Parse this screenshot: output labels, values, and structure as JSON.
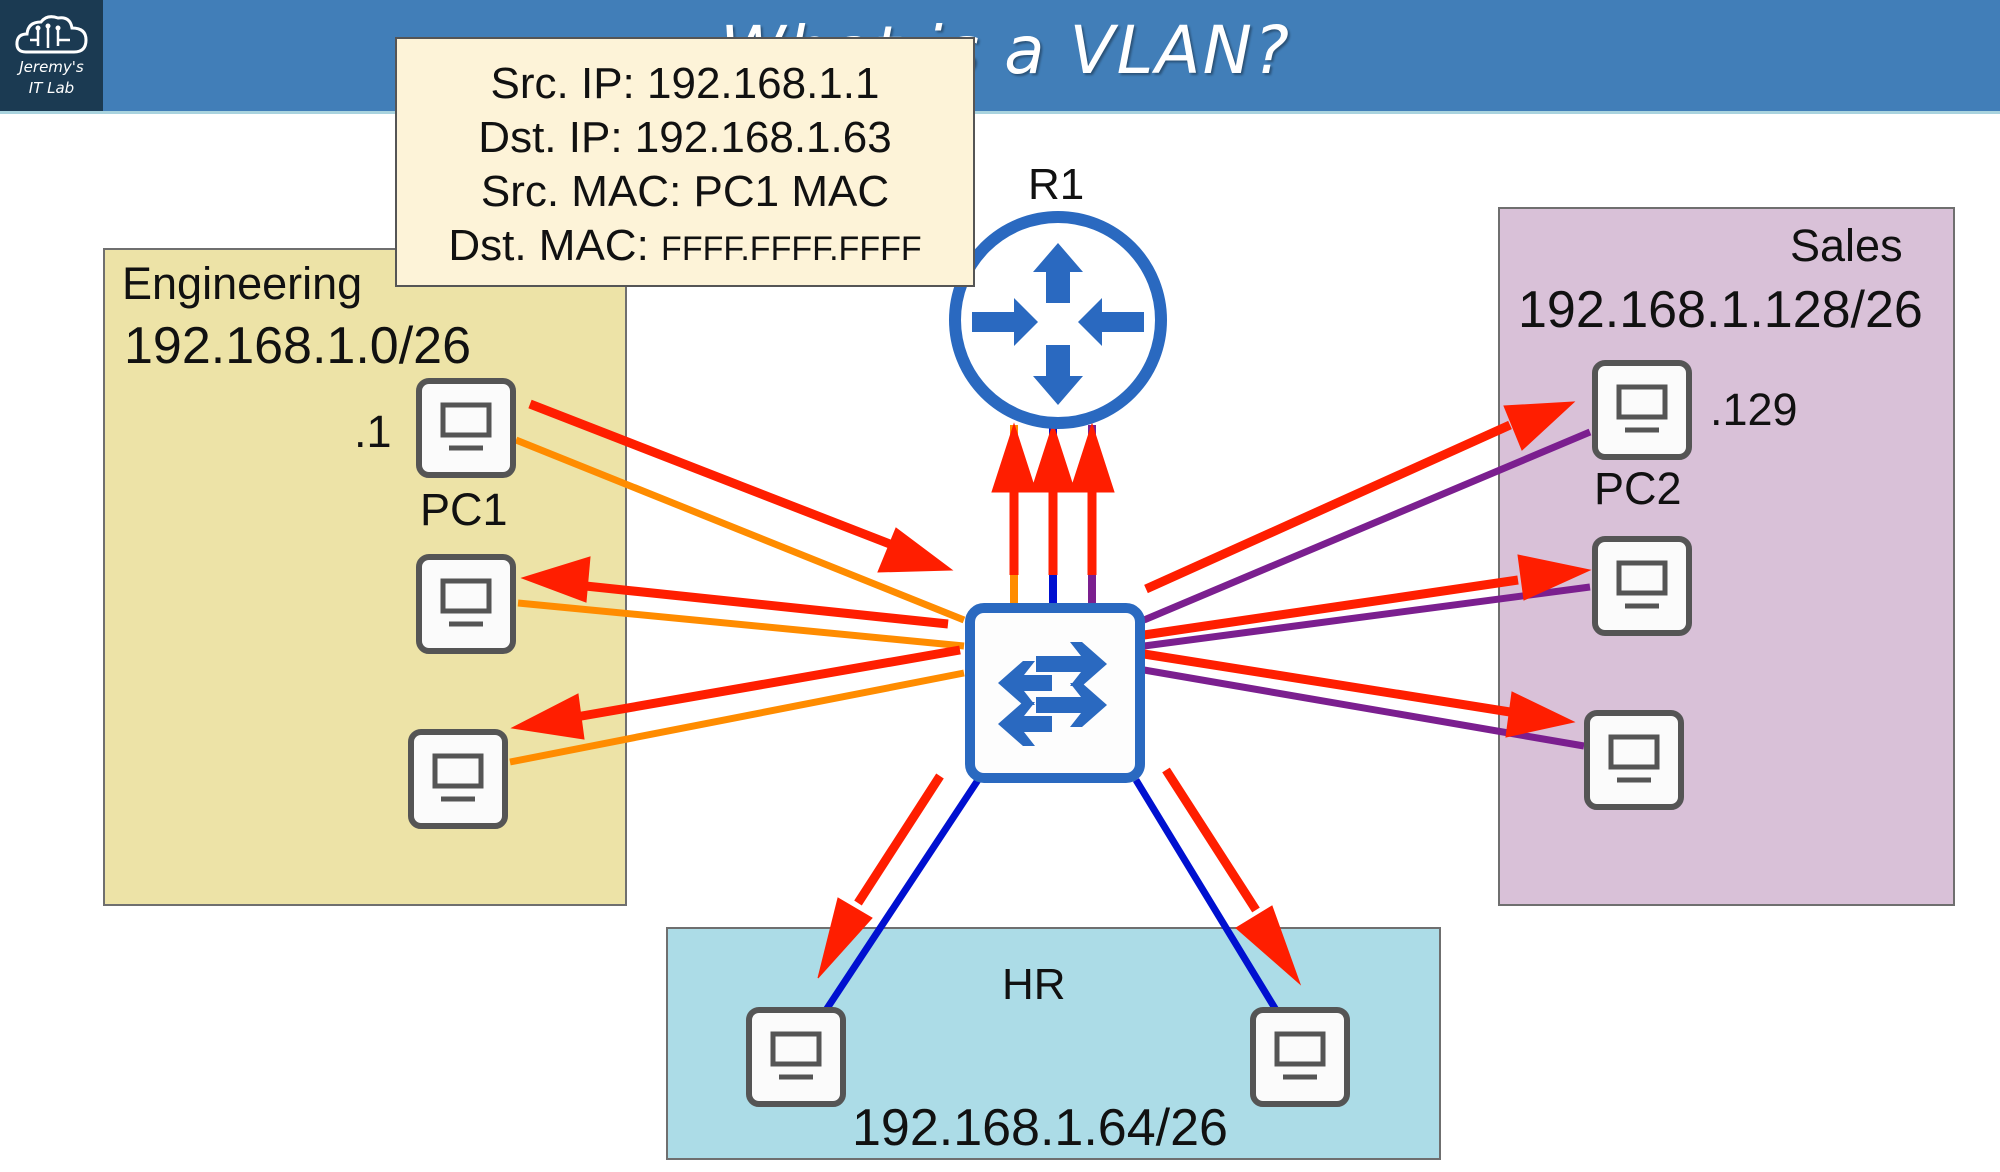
{
  "header": {
    "title": "What is a VLAN?",
    "logo": {
      "icon": "cloud-circuit-icon",
      "line1": "Jeremy's",
      "line2": "IT Lab"
    }
  },
  "packet_info": {
    "src_ip_label": "Src. IP:",
    "src_ip": "192.168.1.1",
    "dst_ip_label": "Dst. IP:",
    "dst_ip": "192.168.1.63",
    "src_mac_label": "Src. MAC:",
    "src_mac": "PC1 MAC",
    "dst_mac_label": "Dst. MAC:",
    "dst_mac": "FFFF.FFFF.FFFF"
  },
  "router": {
    "name": "R1",
    "icon": "router-icon"
  },
  "switch": {
    "icon": "switch-icon"
  },
  "groups": {
    "engineering": {
      "name": "Engineering",
      "subnet": "192.168.1.0/26",
      "color": "#ede3a7",
      "link_color": "#ff8c00"
    },
    "sales": {
      "name": "Sales",
      "subnet": "192.168.1.128/26",
      "color": "#d9c1d8",
      "link_color": "#7b1f8f"
    },
    "hr": {
      "name": "HR",
      "subnet": "192.168.1.64/26",
      "color": "#acdce7",
      "link_color": "#0010d0"
    }
  },
  "hosts": {
    "pc1": {
      "name": "PC1",
      "ip_suffix": ".1"
    },
    "pc2": {
      "name": "PC2",
      "ip_suffix": ".129"
    }
  },
  "colors": {
    "header": "#417eb8",
    "device_blue": "#2a69c0",
    "broadcast_arrow": "#ff1e00"
  }
}
